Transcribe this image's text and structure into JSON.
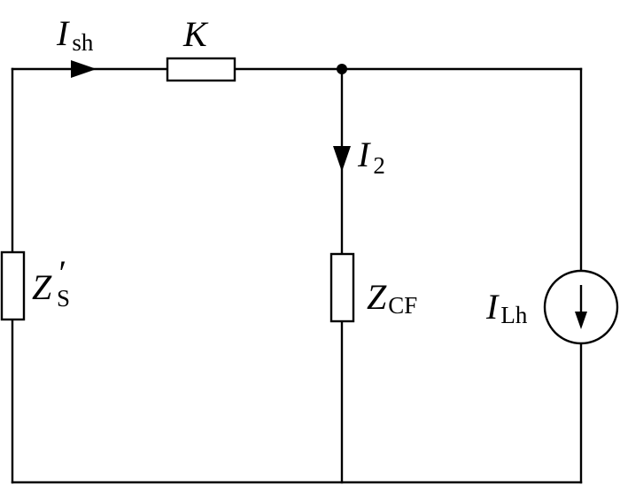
{
  "labels": {
    "i_sh": {
      "main": "I",
      "sub": "sh"
    },
    "k": {
      "main": "K"
    },
    "i_2": {
      "main": "I",
      "sub": "2"
    },
    "z_s": {
      "main": "Z",
      "sup": "′",
      "sub": "S"
    },
    "z_cf": {
      "main": "Z",
      "sub": "CF"
    },
    "i_lh": {
      "main": "I",
      "sub": "Lh"
    }
  }
}
